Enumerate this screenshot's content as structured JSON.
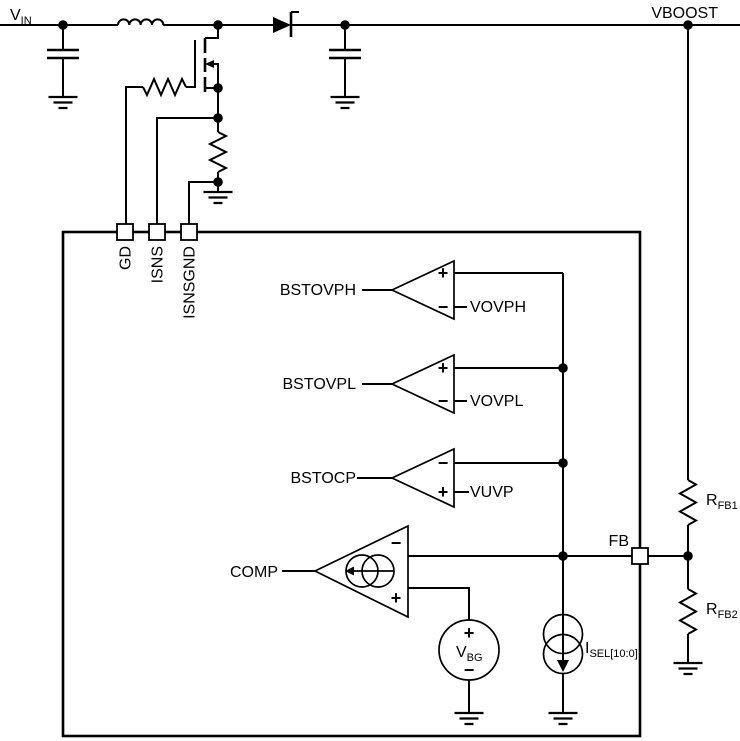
{
  "schematic": {
    "nets": {
      "vin_main": "V",
      "vin_sub": "IN",
      "vboost": "VBOOST",
      "fb": "FB"
    },
    "pins": {
      "gd": "GD",
      "isns": "ISNS",
      "isnsgnd": "ISNSGND"
    },
    "comparators": [
      {
        "label": "BSTOVPH",
        "top_sign": "+",
        "bottom_sign": "−",
        "ref": "VOVPH"
      },
      {
        "label": "BSTOVPL",
        "top_sign": "+",
        "bottom_sign": "−",
        "ref": "VOVPL"
      },
      {
        "label": "BSTOCP",
        "top_sign": "−",
        "bottom_sign": "+",
        "ref": "VUVP"
      }
    ],
    "error_amp": {
      "label": "COMP",
      "top_sign": "−",
      "bottom_sign": "+"
    },
    "vbg": {
      "plus": "+",
      "main": "V",
      "sub": "BG",
      "minus": "−"
    },
    "isel": {
      "main": "I",
      "sub": "SEL[10:0]"
    },
    "divider": {
      "rfb1_main": "R",
      "rfb1_sub": "FB1",
      "rfb2_main": "R",
      "rfb2_sub": "FB2"
    },
    "colors": {
      "line": "#000000",
      "background": "#ffffff"
    }
  }
}
